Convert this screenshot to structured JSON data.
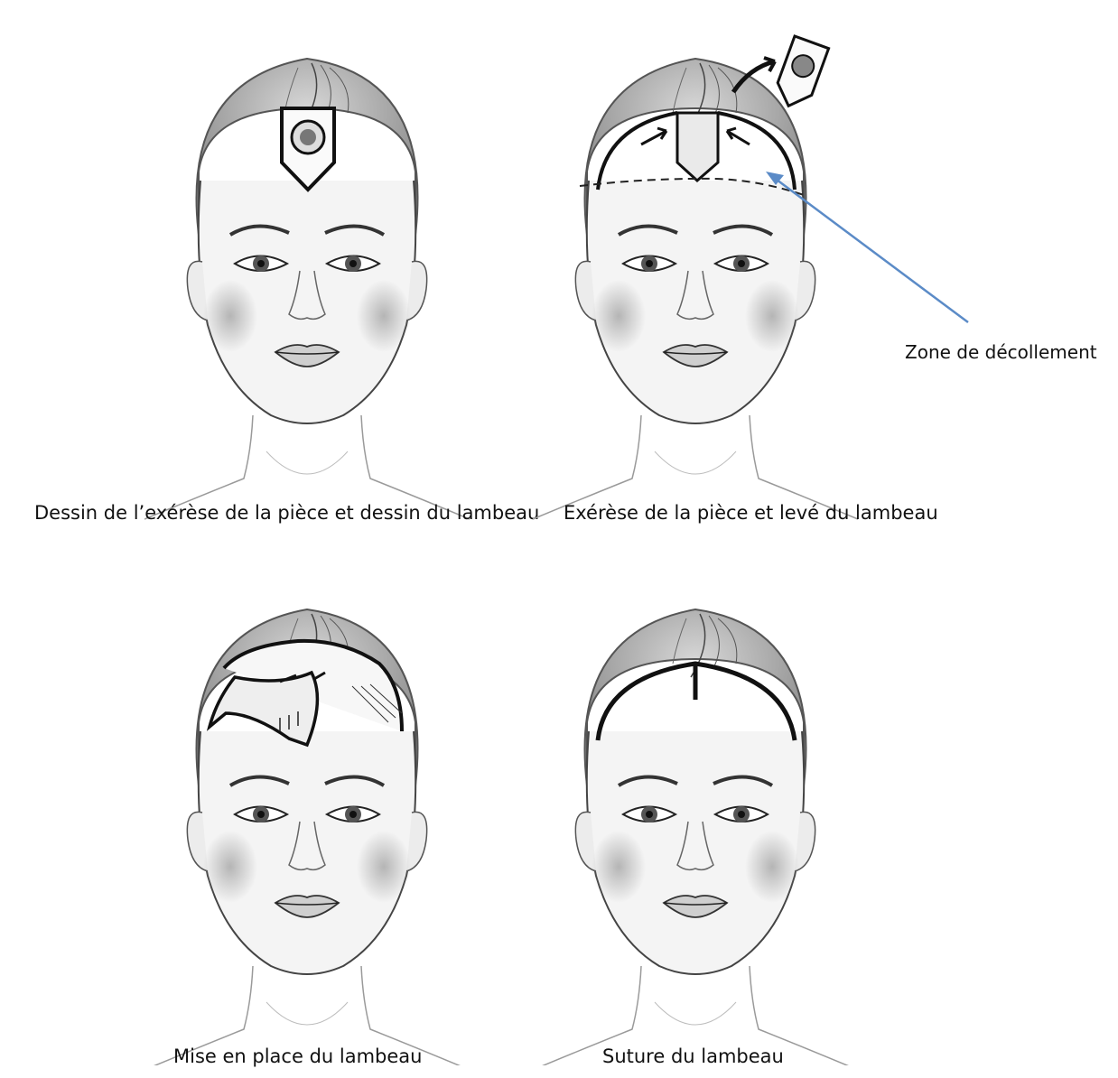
{
  "panels": [
    {
      "id": "p1",
      "caption": "Dessin de l’exérèse de la pièce et dessin du lambeau"
    },
    {
      "id": "p2",
      "caption": "Exérèse de la pièce et levé du lambeau"
    },
    {
      "id": "p3",
      "caption": "Mise en place du lambeau"
    },
    {
      "id": "p4",
      "caption": "Suture du lambeau"
    }
  ],
  "annotation": {
    "label": "Zone de décollement",
    "color": "#5b8bc7"
  }
}
